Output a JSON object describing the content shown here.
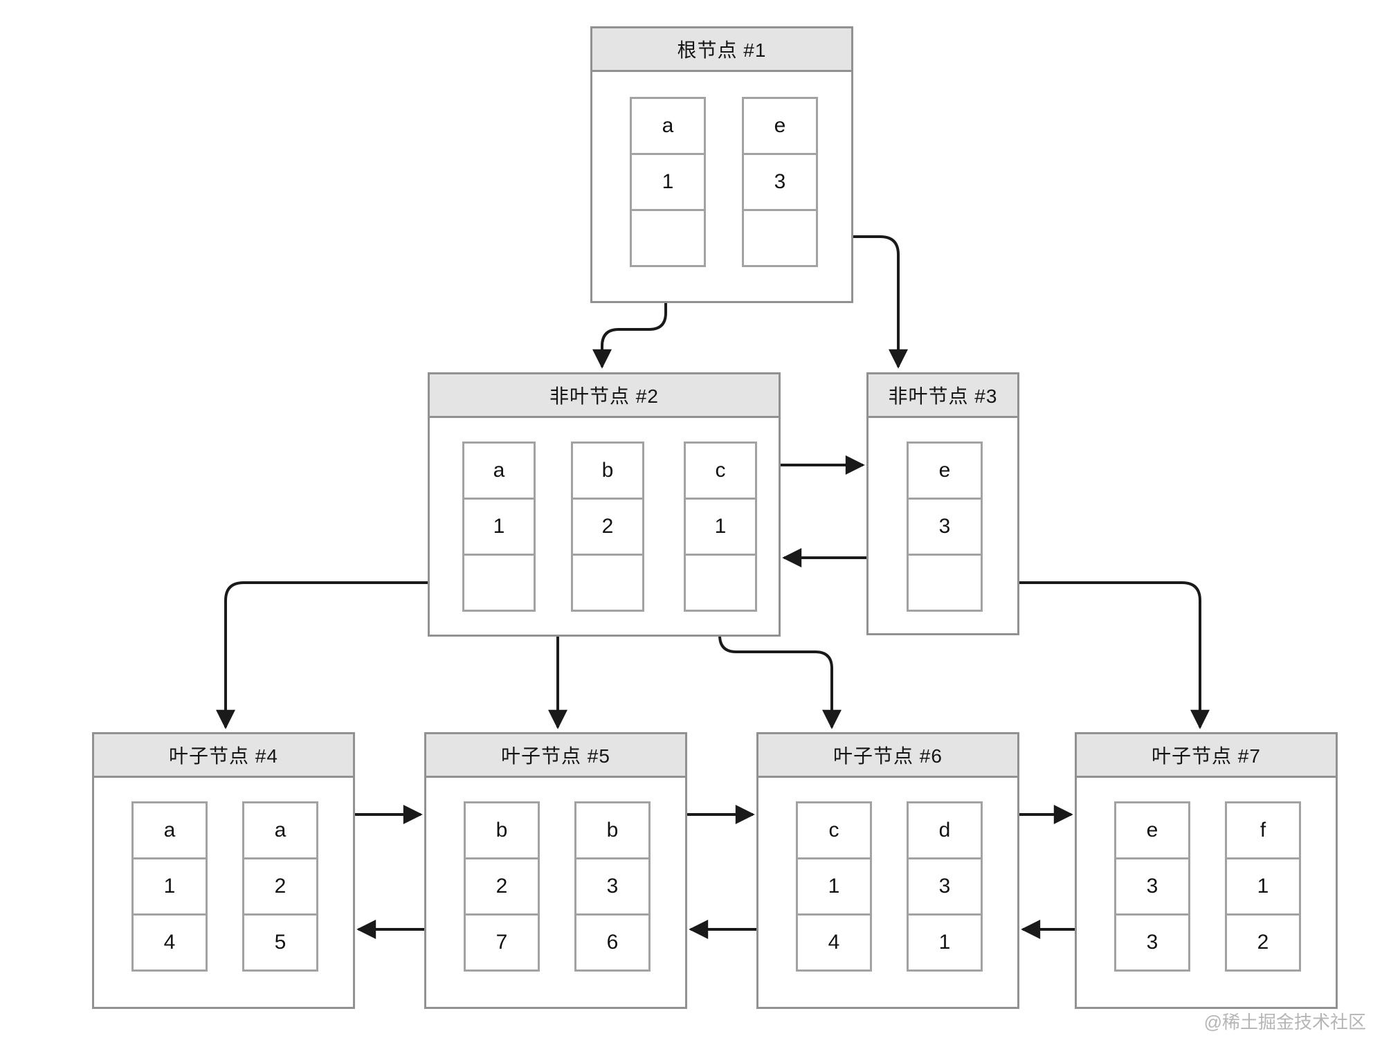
{
  "diagram_type": "bplus-tree",
  "watermark": "@稀土掘金技术社区",
  "colors": {
    "title_fill": "#e4e4e4",
    "node_border": "#919191",
    "cell_border": "#a2a2a2",
    "edge_line": "#1a1a1a",
    "watermark_text": "#b5b5b5"
  },
  "nodes": [
    {
      "id": "node-1",
      "title": "根节点 #1",
      "cells": [
        {
          "rows": [
            "a",
            "1",
            ""
          ]
        },
        {
          "rows": [
            "e",
            "3",
            ""
          ]
        }
      ]
    },
    {
      "id": "node-2",
      "title": "非叶节点 #2",
      "cells": [
        {
          "rows": [
            "a",
            "1",
            ""
          ]
        },
        {
          "rows": [
            "b",
            "2",
            ""
          ]
        },
        {
          "rows": [
            "c",
            "1",
            ""
          ]
        }
      ]
    },
    {
      "id": "node-3",
      "title": "非叶节点 #3",
      "cells": [
        {
          "rows": [
            "e",
            "3",
            ""
          ]
        }
      ]
    },
    {
      "id": "node-4",
      "title": "叶子节点 #4",
      "cells": [
        {
          "rows": [
            "a",
            "1",
            "4"
          ]
        },
        {
          "rows": [
            "a",
            "2",
            "5"
          ]
        }
      ]
    },
    {
      "id": "node-5",
      "title": "叶子节点 #5",
      "cells": [
        {
          "rows": [
            "b",
            "2",
            "7"
          ]
        },
        {
          "rows": [
            "b",
            "3",
            "6"
          ]
        }
      ]
    },
    {
      "id": "node-6",
      "title": "叶子节点 #6",
      "cells": [
        {
          "rows": [
            "c",
            "1",
            "4"
          ]
        },
        {
          "rows": [
            "d",
            "3",
            "1"
          ]
        }
      ]
    },
    {
      "id": "node-7",
      "title": "叶子节点 #7",
      "cells": [
        {
          "rows": [
            "e",
            "3",
            "3"
          ]
        },
        {
          "rows": [
            "f",
            "1",
            "2"
          ]
        }
      ]
    }
  ],
  "edges": [
    {
      "from": "node-1.cell-a",
      "to": "node-1.cell-e",
      "type": "cell-link"
    },
    {
      "from": "node-2.cell-a",
      "to": "node-2.cell-b",
      "type": "cell-link"
    },
    {
      "from": "node-2.cell-b",
      "to": "node-2.cell-c",
      "type": "cell-link"
    },
    {
      "from": "node-4.cell-0",
      "to": "node-4.cell-1",
      "type": "cell-link"
    },
    {
      "from": "node-5.cell-0",
      "to": "node-5.cell-1",
      "type": "cell-link"
    },
    {
      "from": "node-6.cell-0",
      "to": "node-6.cell-1",
      "type": "cell-link"
    },
    {
      "from": "node-7.cell-0",
      "to": "node-7.cell-1",
      "type": "cell-link"
    },
    {
      "from": "node-1.cell-a.pointer",
      "to": "node-2",
      "type": "child-pointer"
    },
    {
      "from": "node-1.cell-e.pointer",
      "to": "node-3",
      "type": "child-pointer"
    },
    {
      "from": "node-2",
      "to": "node-3",
      "type": "sibling-forward"
    },
    {
      "from": "node-3",
      "to": "node-2",
      "type": "sibling-back"
    },
    {
      "from": "node-2.cell-a.pointer",
      "to": "node-4",
      "type": "child-pointer"
    },
    {
      "from": "node-2.cell-b.pointer",
      "to": "node-5",
      "type": "child-pointer"
    },
    {
      "from": "node-2.cell-c.pointer",
      "to": "node-6",
      "type": "child-pointer"
    },
    {
      "from": "node-3.cell-e.pointer",
      "to": "node-7",
      "type": "child-pointer"
    },
    {
      "from": "node-4",
      "to": "node-5",
      "type": "sibling-forward"
    },
    {
      "from": "node-5",
      "to": "node-4",
      "type": "sibling-back"
    },
    {
      "from": "node-5",
      "to": "node-6",
      "type": "sibling-forward"
    },
    {
      "from": "node-6",
      "to": "node-5",
      "type": "sibling-back"
    },
    {
      "from": "node-6",
      "to": "node-7",
      "type": "sibling-forward"
    },
    {
      "from": "node-7",
      "to": "node-6",
      "type": "sibling-back"
    }
  ]
}
